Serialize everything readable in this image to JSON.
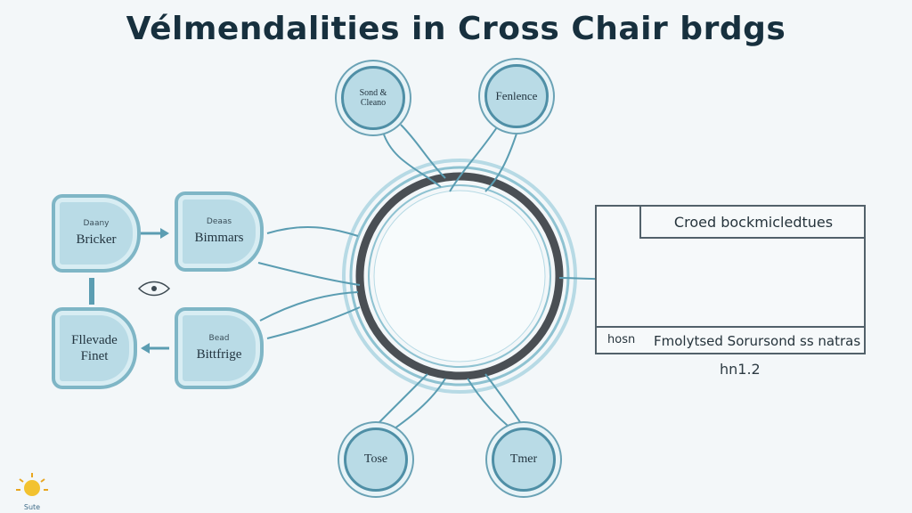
{
  "title": "Vélmendalities in Cross Chair brdgs",
  "left_nodes": [
    {
      "id": "broker",
      "small": "Daany",
      "main": "Bricker"
    },
    {
      "id": "bimmars",
      "small": "Deaas",
      "main": "Bimmars"
    },
    {
      "id": "finet",
      "small": "",
      "main": "Fllevade Finet"
    },
    {
      "id": "bittfrige",
      "small": "Bead",
      "main": "Bittfrige"
    }
  ],
  "circle_nodes": [
    {
      "id": "sond",
      "label": "Sond & Cleano"
    },
    {
      "id": "fenlence",
      "label": "Fenlence"
    },
    {
      "id": "tose",
      "label": "Tose"
    },
    {
      "id": "tmer",
      "label": "Tmer"
    }
  ],
  "panel": {
    "header": "Croed bockmicledtues",
    "footer_tag": "hosn",
    "footer_text": "Fmolytsed Sorursond ss natras"
  },
  "version": "hn1.2",
  "logo_text": "Sute",
  "colors": {
    "node_fill": "#b9dbe6",
    "node_border": "#7fb6c6",
    "ring_dark": "#4a4f54",
    "ring_light": "#8ec2d1",
    "wire": "#5b9db2"
  }
}
